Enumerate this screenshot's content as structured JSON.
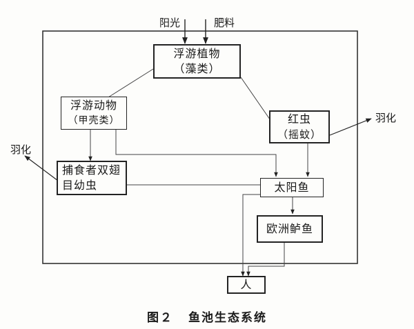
{
  "inputs": {
    "sunlight": "阳光",
    "fertilizer": "肥料"
  },
  "nodes": {
    "phytoplankton": {
      "line1": "浮游植物",
      "line2": "（藻类）"
    },
    "zooplankton": {
      "line1": "浮游动物",
      "line2": "（甲壳类）"
    },
    "predator_larvae": {
      "line1": "捕食者双翅",
      "line2": "目幼虫"
    },
    "bloodworm": {
      "line1": "红虫",
      "line2": "（摇蚊）"
    },
    "sunfish": {
      "line1": "太阳鱼"
    },
    "perch": {
      "line1": "欧洲鲈鱼"
    },
    "human": {
      "line1": "人"
    }
  },
  "outputs": {
    "emergence_left": "羽化",
    "emergence_right": "羽化"
  },
  "caption": {
    "figure": "图２",
    "title": "鱼池生态系统"
  }
}
